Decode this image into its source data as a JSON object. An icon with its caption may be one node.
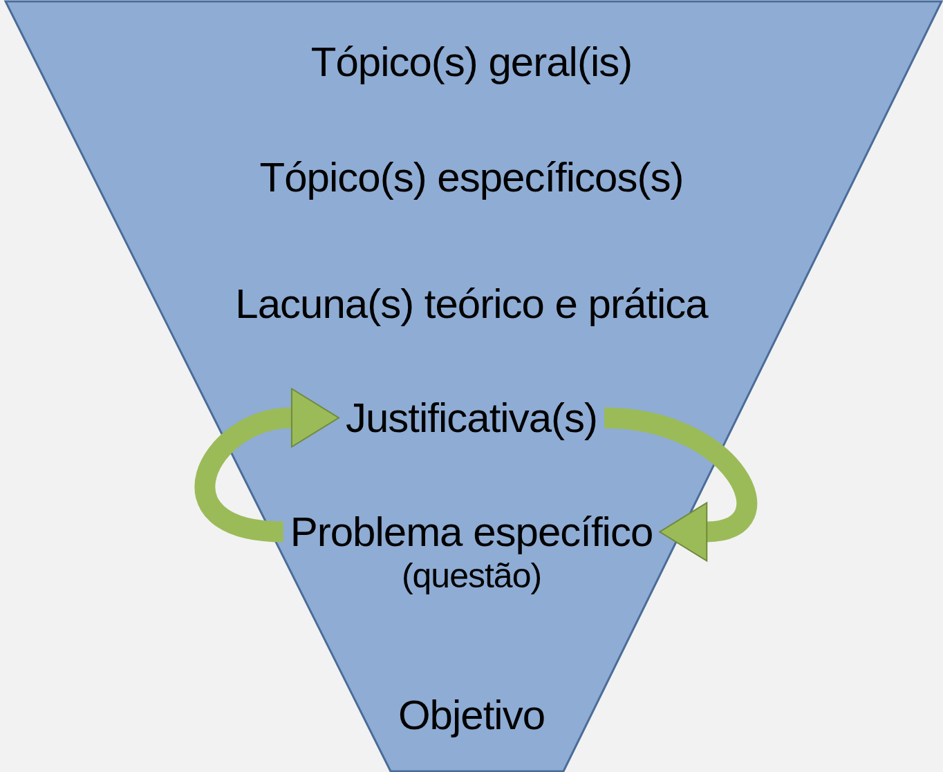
{
  "diagram": {
    "nodes": [
      {
        "text": [],
        "shape": "triangle"
      },
      {
        "text": [
          "Tópico(s) geral(is)"
        ],
        "in": 0
      },
      {
        "text": [
          "Tópico(s) específicos(s)"
        ],
        "in": 0
      },
      {
        "text": [
          "Lacuna(s) teórico e prática"
        ],
        "in": 0
      },
      {
        "text": [
          "Justificativa(s)"
        ],
        "in": 0
      },
      {
        "text": [
          "Problema específico",
          "(questão)"
        ],
        "in": 0
      },
      {
        "text": [
          "Objetivo"
        ],
        "in": 0
      }
    ],
    "edges": [
      {
        "from": 5,
        "to": 4,
        "arrow": "to"
      },
      {
        "from": 4,
        "to": 5,
        "arrow": "to"
      }
    ]
  }
}
